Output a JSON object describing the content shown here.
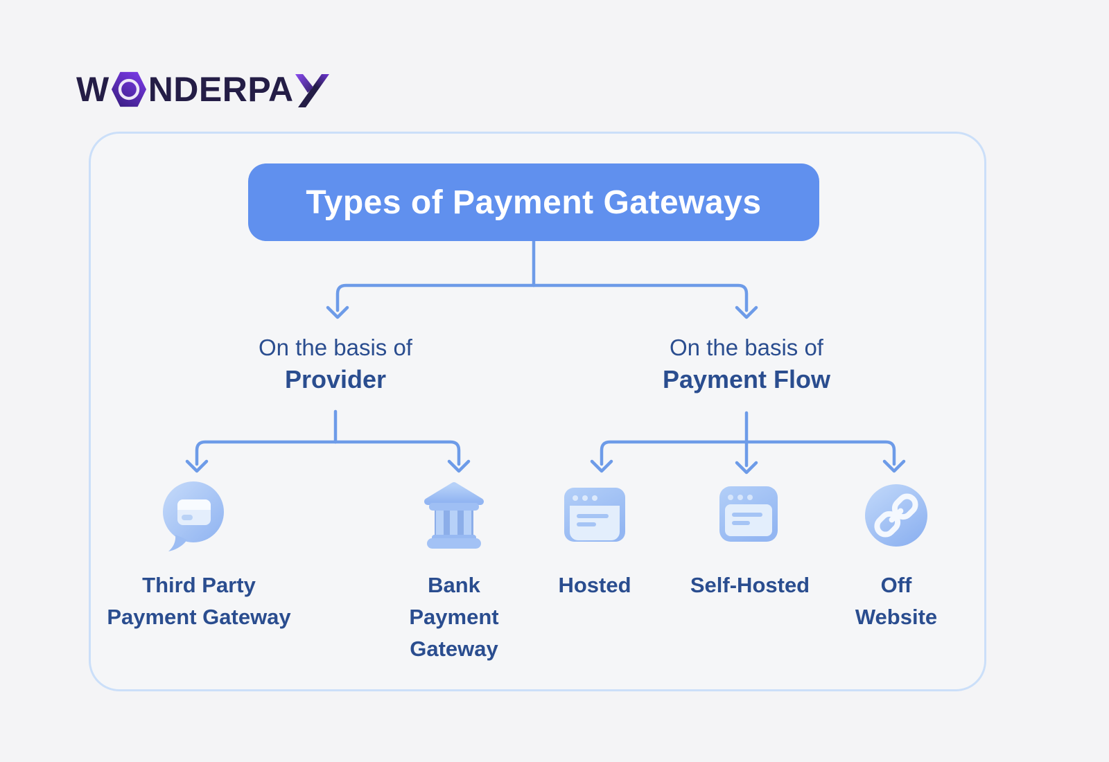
{
  "logo": {
    "part_w": "W",
    "part_nder": "NDER",
    "part_pa": "PA"
  },
  "diagram": {
    "title": "Types of Payment Gateways",
    "branches": [
      {
        "id": "provider",
        "label_line1": "On the basis of",
        "label_line2": "Provider",
        "children": [
          {
            "icon": "chat-card-icon",
            "label_lines": [
              "Third Party",
              "Payment Gateway"
            ]
          },
          {
            "icon": "bank-icon",
            "label_lines": [
              "Bank",
              "Payment",
              "Gateway"
            ]
          }
        ]
      },
      {
        "id": "payment-flow",
        "label_line1": "On the basis of",
        "label_line2": "Payment Flow",
        "children": [
          {
            "icon": "hosted-window-icon",
            "label_lines": [
              "Hosted"
            ]
          },
          {
            "icon": "self-hosted-window-icon",
            "label_lines": [
              "Self-Hosted"
            ]
          },
          {
            "icon": "link-icon",
            "label_lines": [
              "Off",
              "Website"
            ]
          }
        ]
      }
    ]
  },
  "colors": {
    "page_bg": "#F4F4F6",
    "container_border": "#CBDFF9",
    "title_bg": "#6090EE",
    "title_text": "#FFFFFF",
    "connector": "#6D9BE8",
    "label_text": "#2A4D8F",
    "logo_dark": "#241D46",
    "logo_purple": "#7C3BE8",
    "icon_blue": "#9FC0F4",
    "icon_light": "#E3EEFC"
  }
}
